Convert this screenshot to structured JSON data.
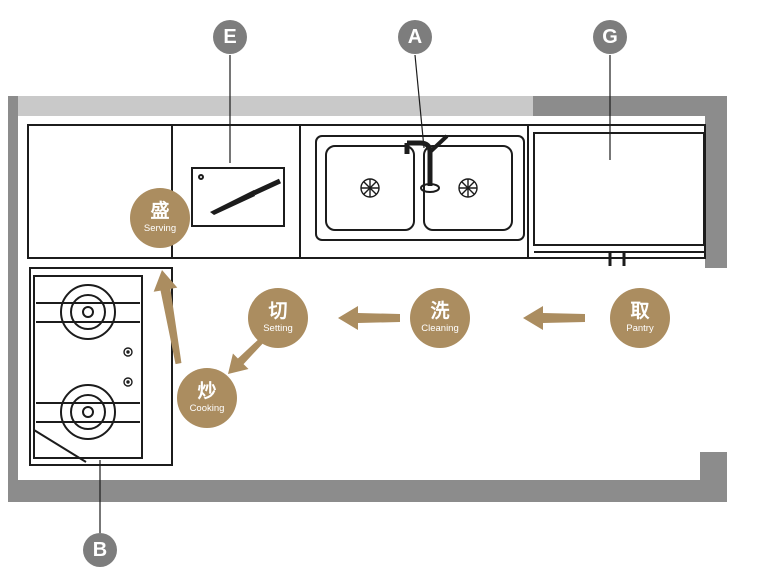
{
  "area_markers": [
    {
      "label": "E"
    },
    {
      "label": "A"
    },
    {
      "label": "G"
    },
    {
      "label": "B"
    }
  ],
  "workflow_steps": [
    {
      "zh": "取",
      "en": "Pantry"
    },
    {
      "zh": "洗",
      "en": "Cleaning"
    },
    {
      "zh": "切",
      "en": "Setting"
    },
    {
      "zh": "炒",
      "en": "Cooking"
    },
    {
      "zh": "盛",
      "en": "Serving"
    }
  ],
  "colors": {
    "accent_tan": "#ab8d60",
    "marker_gray": "#7d7d7d",
    "wall_dark": "#8c8c8c",
    "wall_light": "#c9c9c9",
    "line_ink": "#1c1c1c"
  }
}
